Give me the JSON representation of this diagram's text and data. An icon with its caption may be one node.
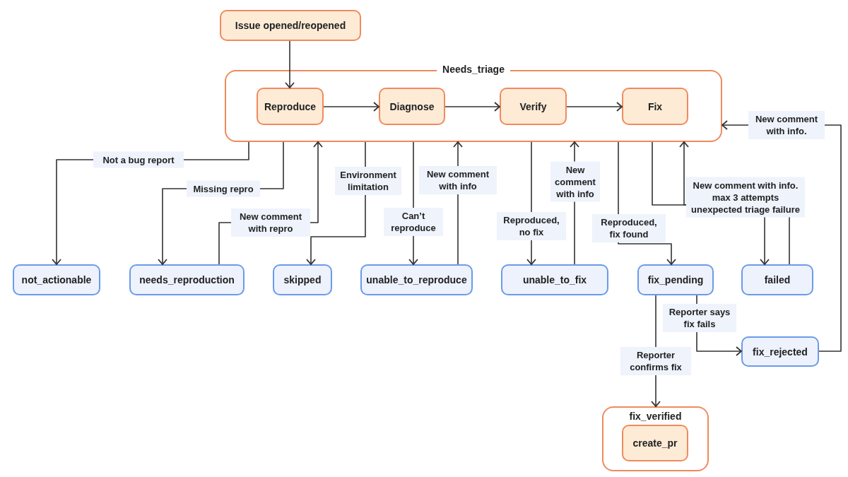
{
  "diagram": {
    "nodes": [
      {
        "text": [
          "Issue opened/reopened"
        ]
      },
      {
        "text": [
          "Needs_triage"
        ]
      },
      {
        "text": [
          "Reproduce"
        ],
        "in": 1
      },
      {
        "text": [
          "Diagnose"
        ],
        "in": 1
      },
      {
        "text": [
          "Verify"
        ],
        "in": 1
      },
      {
        "text": [
          "Fix"
        ],
        "in": 1
      },
      {
        "text": [
          "not_actionable"
        ]
      },
      {
        "text": [
          "needs_reproduction"
        ]
      },
      {
        "text": [
          "skipped"
        ]
      },
      {
        "text": [
          "unable_to_reproduce"
        ]
      },
      {
        "text": [
          "unable_to_fix"
        ]
      },
      {
        "text": [
          "fix_pending"
        ]
      },
      {
        "text": [
          "failed"
        ]
      },
      {
        "text": [
          "fix_rejected"
        ]
      },
      {
        "text": [
          "fix_verified"
        ]
      },
      {
        "text": [
          "create_pr"
        ],
        "in": 14
      }
    ],
    "edges": [
      {
        "from": 0,
        "to": 2,
        "arrow": "to"
      },
      {
        "from": 2,
        "to": 3,
        "arrow": "to"
      },
      {
        "from": 3,
        "to": 4,
        "arrow": "to"
      },
      {
        "from": 4,
        "to": 5,
        "arrow": "to"
      },
      {
        "from": 1,
        "to": 6,
        "arrow": "to",
        "label": "Not a bug report"
      },
      {
        "from": 1,
        "to": 7,
        "arrow": "to",
        "label": "Missing repro"
      },
      {
        "from": 7,
        "to": 1,
        "arrow": "to",
        "label": "New comment with repro"
      },
      {
        "from": 1,
        "to": 8,
        "arrow": "to",
        "label": "Environment limitation"
      },
      {
        "from": 1,
        "to": 9,
        "arrow": "to",
        "label": "Can’t reproduce"
      },
      {
        "from": 9,
        "to": 1,
        "arrow": "to",
        "label": "New comment with info"
      },
      {
        "from": 1,
        "to": 10,
        "arrow": "to",
        "label": "Reproduced, no fix"
      },
      {
        "from": 10,
        "to": 1,
        "arrow": "to",
        "label": "New comment with info"
      },
      {
        "from": 1,
        "to": 11,
        "arrow": "to",
        "label": "Reproduced, fix found"
      },
      {
        "from": 1,
        "to": 12,
        "arrow": "to",
        "label": "New comment with info. max 3 attempts unexpected triage failure"
      },
      {
        "from": 12,
        "to": 1,
        "arrow": "to"
      },
      {
        "from": 13,
        "to": 1,
        "arrow": "to",
        "label": "New comment with info."
      },
      {
        "from": 11,
        "to": 13,
        "arrow": "to",
        "label": "Reporter says fix fails"
      },
      {
        "from": 11,
        "to": 14,
        "arrow": "to",
        "label": "Reporter confirms fix"
      }
    ]
  }
}
